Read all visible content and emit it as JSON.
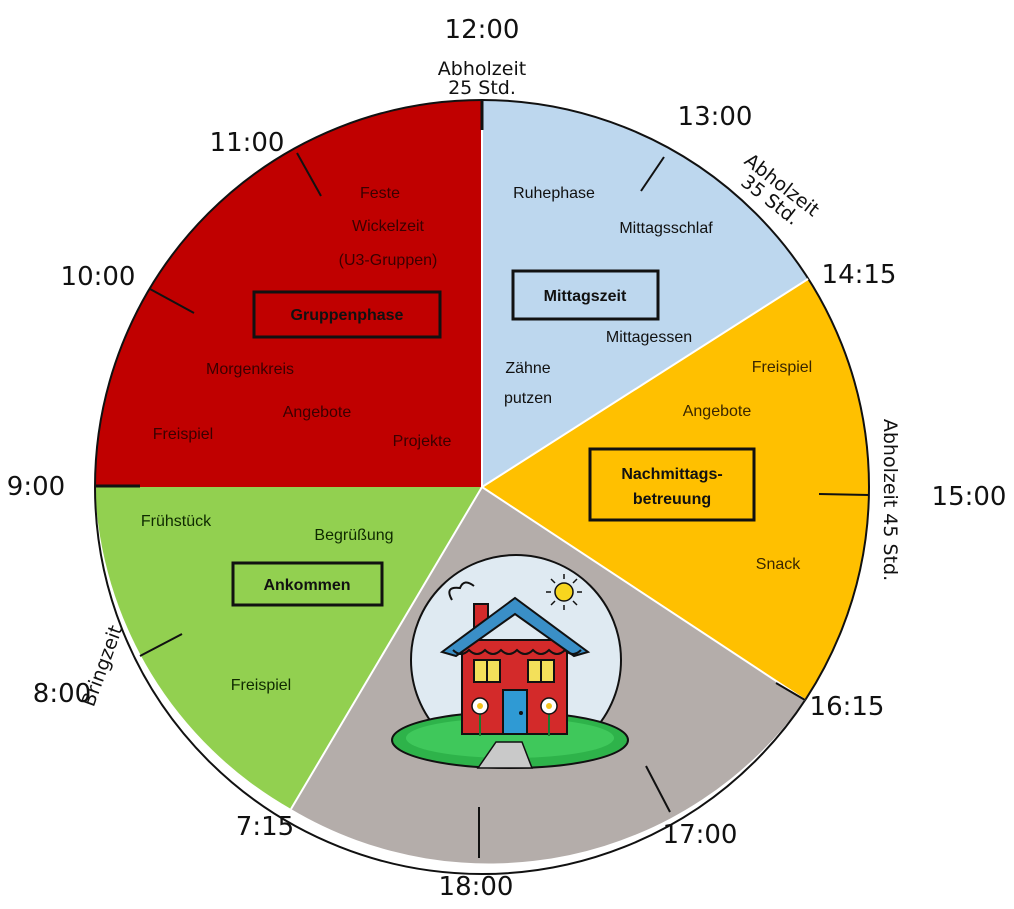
{
  "clock_diagram": {
    "segments": [
      {
        "name": "Gruppenphase",
        "color": "#c00000",
        "text_color": "#3a0000",
        "activities": [
          "Feste",
          "Wickelzeit",
          "(U3-Gruppen)",
          "Morgenkreis",
          "Angebote",
          "Freispiel",
          "Projekte"
        ]
      },
      {
        "name": "Mittagszeit",
        "color": "#bdd7ee",
        "text_color": "#111111",
        "activities": [
          "Ruhephase",
          "Mittagsschlaf",
          "Mittagessen",
          "Zähne",
          "putzen"
        ]
      },
      {
        "name": "Nachmittags-",
        "name_line2": "betreuung",
        "color": "#ffc000",
        "text_color": "#3a2600",
        "activities": [
          "Freispiel",
          "Angebote",
          "Snack"
        ]
      },
      {
        "name": "Ankommen",
        "color": "#92d050",
        "text_color": "#0f2a00",
        "activities": [
          "Frühstück",
          "Begrüßung",
          "Freispiel"
        ]
      },
      {
        "name": "",
        "color": "#b4adaa",
        "text_color": "#111111",
        "activities": []
      }
    ],
    "time_labels": [
      "12:00",
      "13:00",
      "14:15",
      "15:00",
      "16:15",
      "17:00",
      "18:00",
      "7:15",
      "8:00",
      "9:00",
      "10:00",
      "11:00"
    ],
    "pickup_labels": [
      {
        "line1": "Abholzeit",
        "line2": "25 Std."
      },
      {
        "line1": "Abholzeit",
        "line2": "35 Std."
      },
      {
        "line1": "Abholzeit 45 Std."
      }
    ],
    "drop_off_label": "Bringzeit",
    "icons": [
      "house-icon",
      "sun-icon"
    ]
  }
}
